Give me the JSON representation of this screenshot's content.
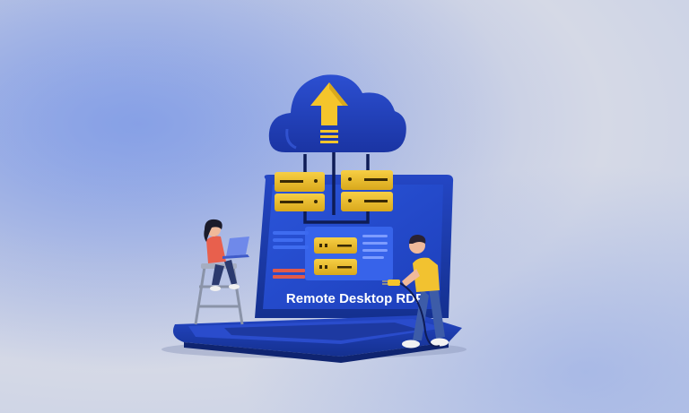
{
  "illustration": {
    "screen_label": "Remote Desktop RDP",
    "colors": {
      "laptop_blue": "#1f3fb8",
      "laptop_dark": "#142a86",
      "screen_blue": "#2a52d6",
      "server_yellow": "#f2c230",
      "arrow_yellow": "#f5c52b",
      "accent_red": "#e05a4a",
      "shirt_yellow": "#f2c230",
      "background": "#cfd6e8"
    },
    "icons": [
      "cloud-upload-icon",
      "server-icon",
      "laptop-icon",
      "person-with-laptop",
      "person-with-plug"
    ]
  }
}
